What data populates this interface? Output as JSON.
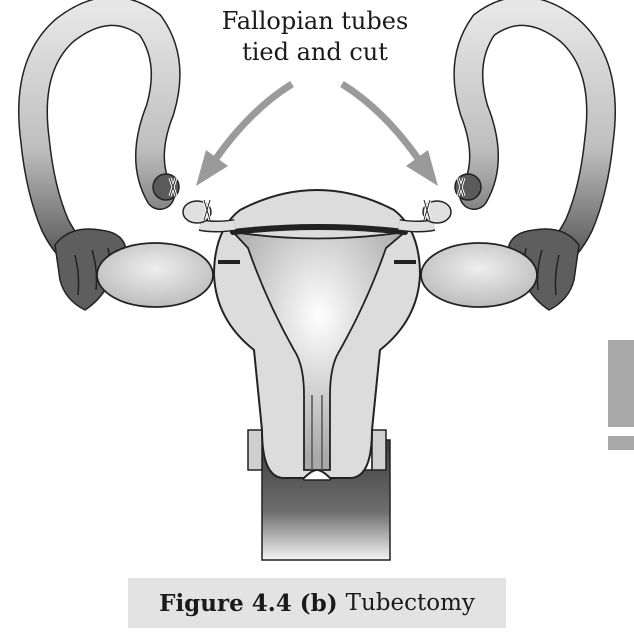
{
  "annotation": {
    "line1": "Fallopian tubes",
    "line2": "tied and cut"
  },
  "caption": {
    "figure_label": "Figure 4.4 (b)",
    "title": "Tubectomy"
  },
  "colors": {
    "tube_dark": "#4a4a4a",
    "tube_light": "#d9d9d9",
    "uterus_fill": "#dcdcdc",
    "cavity_fill": "#bdbdbd",
    "vagina_dark": "#4d4d4d",
    "arrow": "#9a9a9a",
    "caption_bg": "#e3e3e3",
    "side_bar": "#a8a8a8"
  }
}
